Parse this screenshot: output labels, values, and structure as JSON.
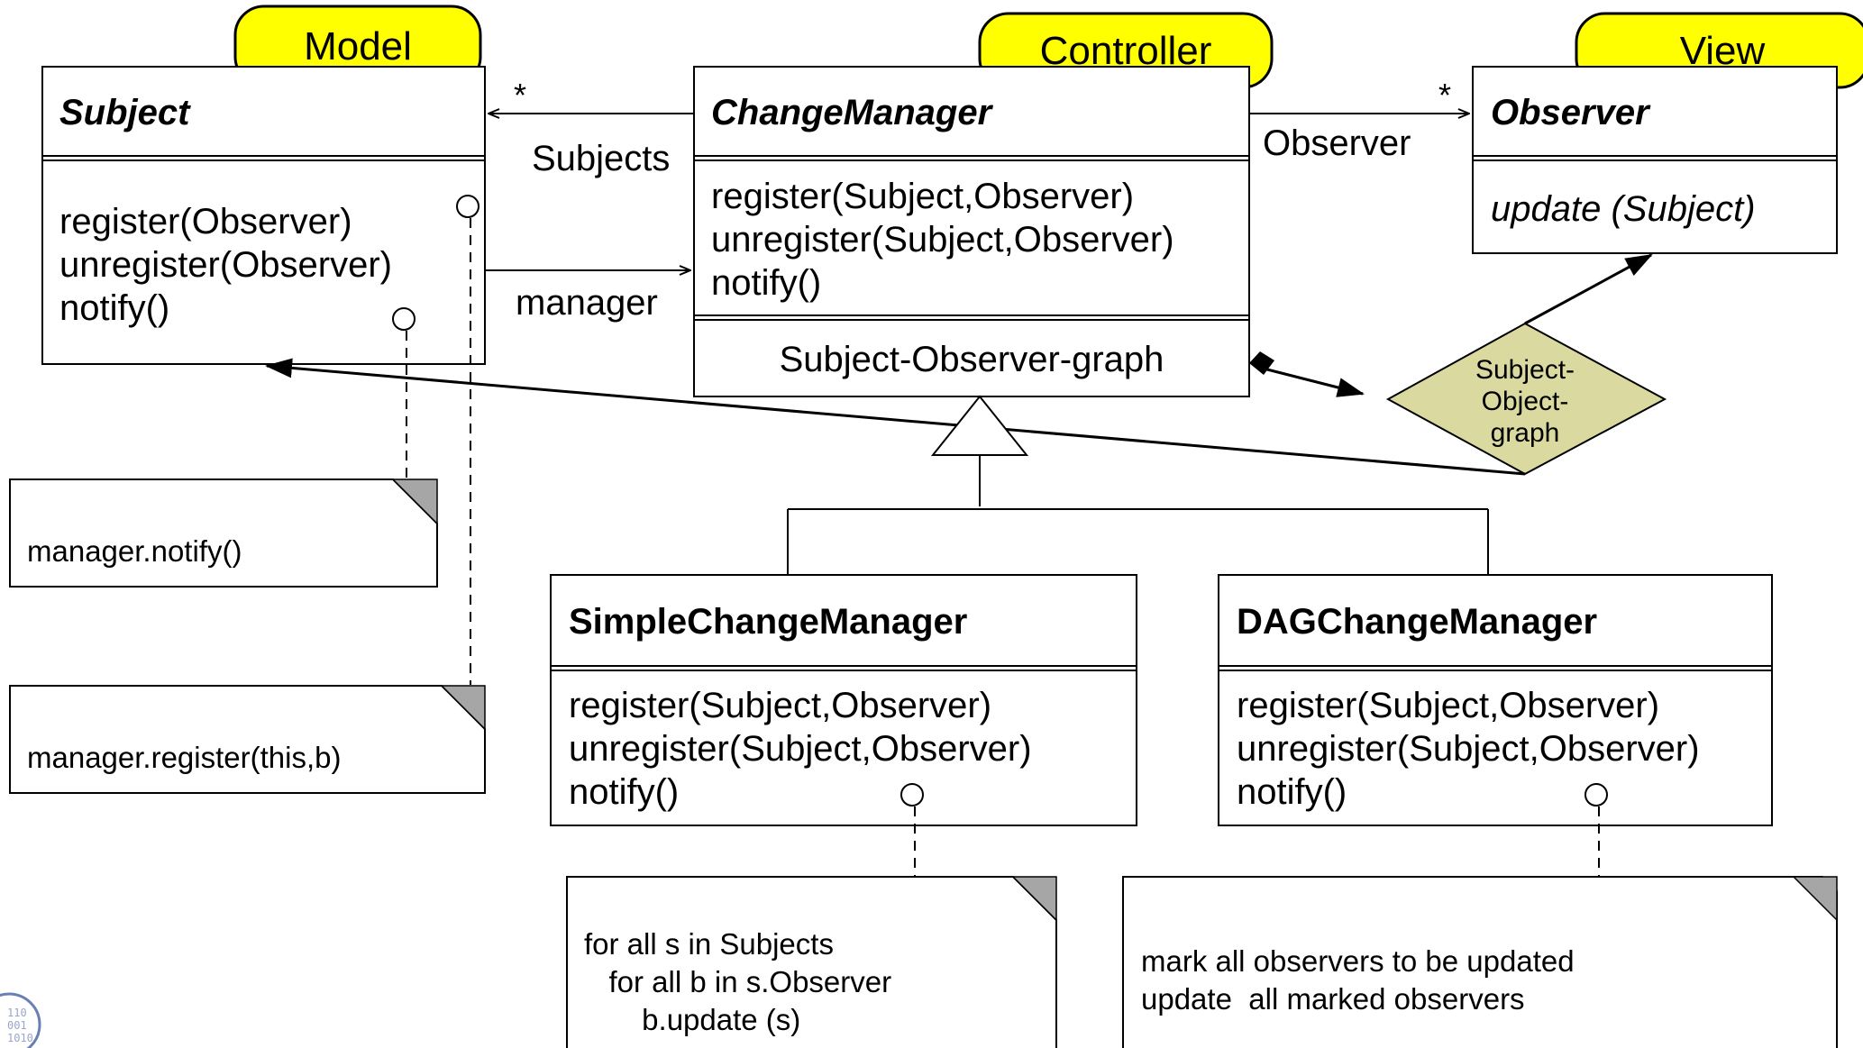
{
  "badges": {
    "model": "Model",
    "controller": "Controller",
    "view": "View"
  },
  "classes": {
    "subject": {
      "name": "Subject",
      "methods": [
        "register(Observer)",
        "unregister(Observer)",
        "notify()"
      ]
    },
    "change_manager": {
      "name": "ChangeManager",
      "methods": [
        "register(Subject,Observer)",
        "unregister(Subject,Observer)",
        "notify()"
      ],
      "extra": "Subject-Observer-graph"
    },
    "observer": {
      "name": "Observer",
      "methods": [
        "update (Subject)"
      ]
    },
    "simple_change_manager": {
      "name": "SimpleChangeManager",
      "methods": [
        "register(Subject,Observer)",
        "unregister(Subject,Observer)",
        "notify()"
      ]
    },
    "dag_change_manager": {
      "name": "DAGChangeManager",
      "methods": [
        "register(Subject,Observer)",
        "unregister(Subject,Observer)",
        "notify()"
      ]
    }
  },
  "associations": {
    "subjects_role": "Subjects",
    "subjects_multiplicity": "*",
    "observer_role": "Observer",
    "observer_multiplicity": "*",
    "manager_role": "manager"
  },
  "diamond": {
    "lines": [
      "Subject-",
      "Object-",
      "graph"
    ]
  },
  "notes": {
    "subject_notify": [
      "manager.notify()"
    ],
    "subject_register": [
      "manager.register(this,b)"
    ],
    "simple_notify": [
      "for all s in Subjects",
      "   for all b in s.Observer",
      "       b.update (s)"
    ],
    "dag_notify": [
      "mark all observers to be updated",
      "update  all marked observers"
    ]
  },
  "colors": {
    "badge_fill": "#ffff00",
    "diamond_fill": "#d9d9a0",
    "note_corner": "#a6a6a6"
  }
}
